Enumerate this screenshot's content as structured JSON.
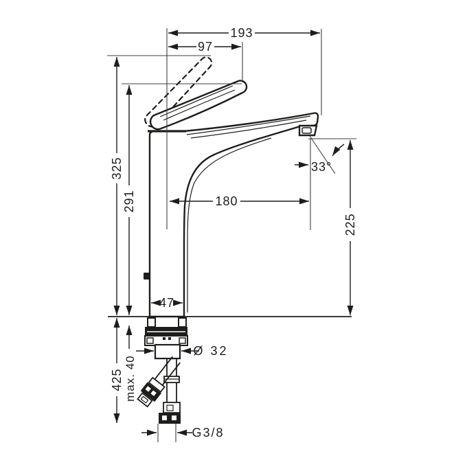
{
  "drawing": {
    "background": "#ffffff",
    "line_color": "#1d1d1b",
    "type": "technical-dimension-drawing",
    "subject": "single-lever-basin-mixer-faucet"
  },
  "labels": {
    "reach_total": "193",
    "reach_handle": "97",
    "height_total": "325",
    "height_spout": "291",
    "reach_outlet": "180",
    "height_outlet": "225",
    "stream_angle": "33°",
    "body_width": "47",
    "shank_diameter": "Ø 32",
    "depth_below_counter": "425",
    "max_counter_thickness": "max. 40",
    "connection_thread": "G3/8"
  }
}
